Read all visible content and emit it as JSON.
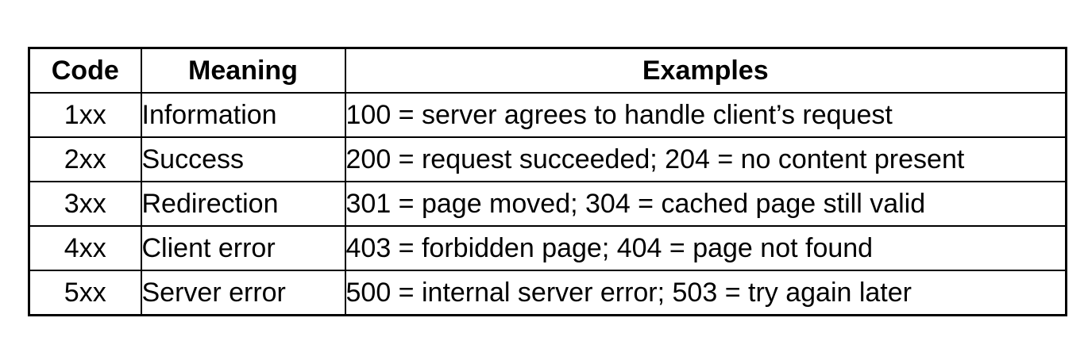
{
  "table": {
    "headers": {
      "code": "Code",
      "meaning": "Meaning",
      "examples": "Examples"
    },
    "rows": [
      {
        "code": "1xx",
        "meaning": "Information",
        "examples": "100 = server agrees to handle client’s request"
      },
      {
        "code": "2xx",
        "meaning": "Success",
        "examples": "200 = request succeeded; 204 = no content present"
      },
      {
        "code": "3xx",
        "meaning": "Redirection",
        "examples": "301 = page moved; 304 = cached page still valid"
      },
      {
        "code": "4xx",
        "meaning": "Client error",
        "examples": "403 = forbidden page; 404 = page not found"
      },
      {
        "code": "5xx",
        "meaning": "Server error",
        "examples": "500 = internal server error; 503 = try again later"
      }
    ]
  }
}
